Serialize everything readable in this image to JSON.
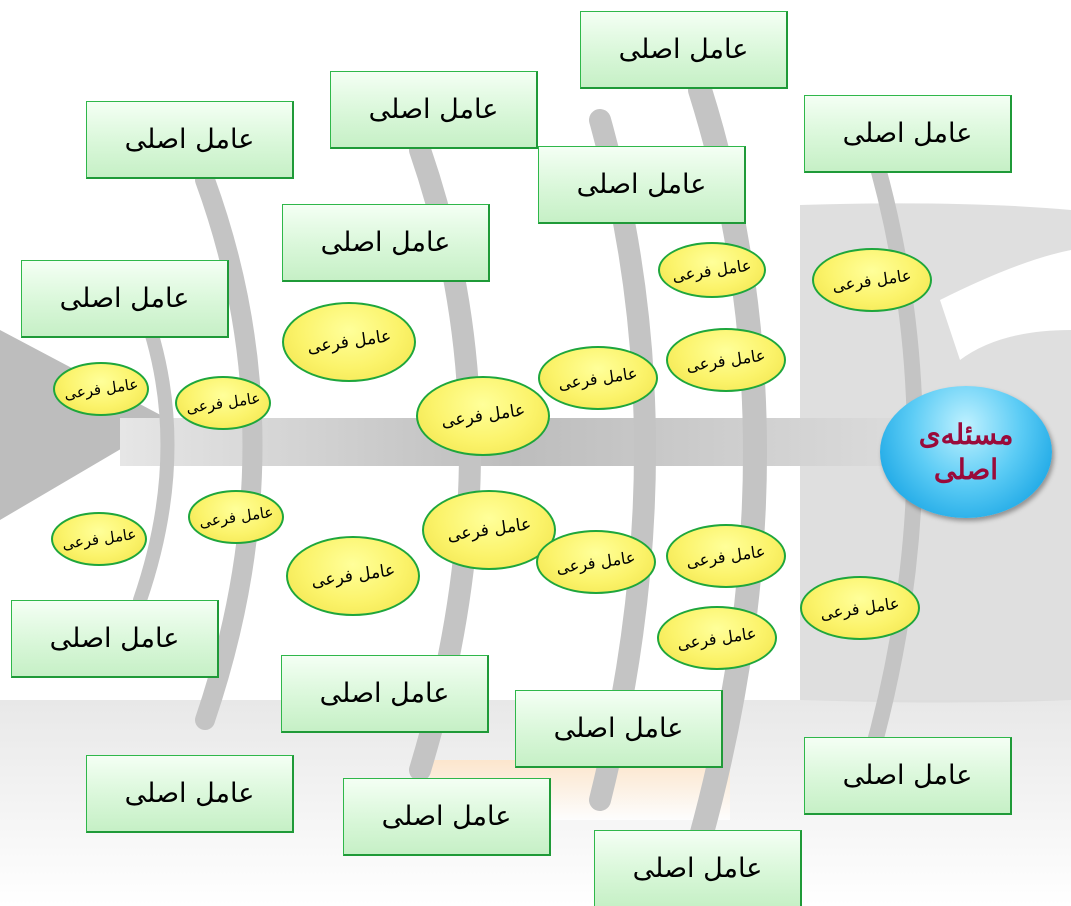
{
  "main_cause_label": "عامل اصلی",
  "sub_cause_label": "عامل فرعی",
  "problem": {
    "line1": "مسئله‌ی",
    "line2": "اصلی"
  },
  "colors": {
    "main_box_border": "#2fb74a",
    "main_box_fill": "#d9f7d9",
    "sub_ellipse_fill": "#fbf36a",
    "sub_ellipse_border": "#1ea63c",
    "problem_fill": "#1fa9e6",
    "problem_text": "#9a0a3a",
    "skeleton": "#c4c4c4"
  }
}
